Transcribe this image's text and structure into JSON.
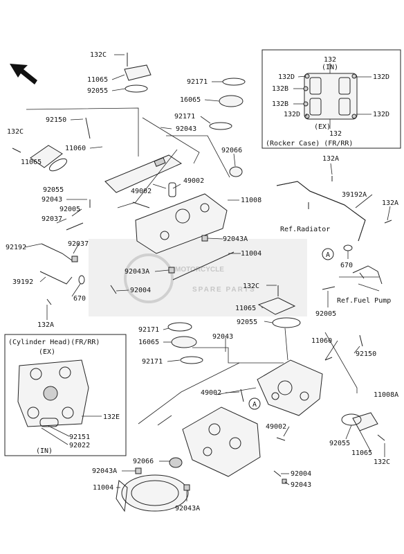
{
  "labels": {
    "l132c_top": "132C",
    "l11065_top": "11065",
    "l92055_top": "92055",
    "l92171_a": "92171",
    "l16065_a": "16065",
    "l92171_b": "92171",
    "l92043_a": "92043",
    "l92150_a": "92150",
    "l132c_left": "132C",
    "l11060_a": "11060",
    "l11065_left": "11065",
    "l92055_left": "92055",
    "l92066_a": "92066",
    "l49002_a": "49002",
    "l49002_b": "49002",
    "l92043_b": "92043",
    "l92005_a": "92005",
    "l11008": "11008",
    "l92037_a": "92037",
    "l92037_b": "92037",
    "l92192": "92192",
    "l92043a_a": "92043A",
    "l11004_a": "11004",
    "l92043a_b": "92043A",
    "l92004_a": "92004",
    "l39192": "39192",
    "l670_a": "670",
    "l132a_a": "132A",
    "l132a_top": "132A",
    "l39192a": "39192A",
    "l132a_right": "132A",
    "l670_b": "670",
    "l132c_mid": "132C",
    "l11065_mid": "11065",
    "l92055_mid": "92055",
    "l92005_b": "92005",
    "l92171_c": "92171",
    "l16065_b": "16065",
    "l92171_d": "92171",
    "l92043_c": "92043",
    "l11060_b": "11060",
    "l92150_b": "92150",
    "l49002_c": "49002",
    "l11008a": "11008A",
    "l49002_d": "49002",
    "l92055_br": "92055",
    "l11065_br": "11065",
    "l132c_br": "132C",
    "l92066_b": "92066",
    "l92004_b": "92004",
    "l92043a_c": "92043A",
    "l92043_d": "92043",
    "l11004_b": "11004",
    "l92043a_d": "92043A",
    "ref_radiator": "Ref.Radiator",
    "ref_fuel_pump": "Ref.Fuel Pump",
    "circle_a": "A"
  },
  "rocker_inset": {
    "l132_top": "132",
    "in": "(IN)",
    "l132d_tl": "132D",
    "l132d_tr": "132D",
    "l132b_1": "132B",
    "l132b_2": "132B",
    "l132d_bl": "132D",
    "l132d_br": "132D",
    "ex": "(EX)",
    "l132_bottom": "132",
    "caption": "(Rocker Case) (FR/RR)"
  },
  "cylinder_inset": {
    "caption": "(Cylinder Head)(FR/RR)",
    "ex": "(EX)",
    "l132e": "132E",
    "l92151": "92151",
    "l92022": "92022",
    "in": "(IN)"
  },
  "watermark": {
    "line1": "MOTORCYCLE",
    "line2": "SPARE PARTS"
  }
}
